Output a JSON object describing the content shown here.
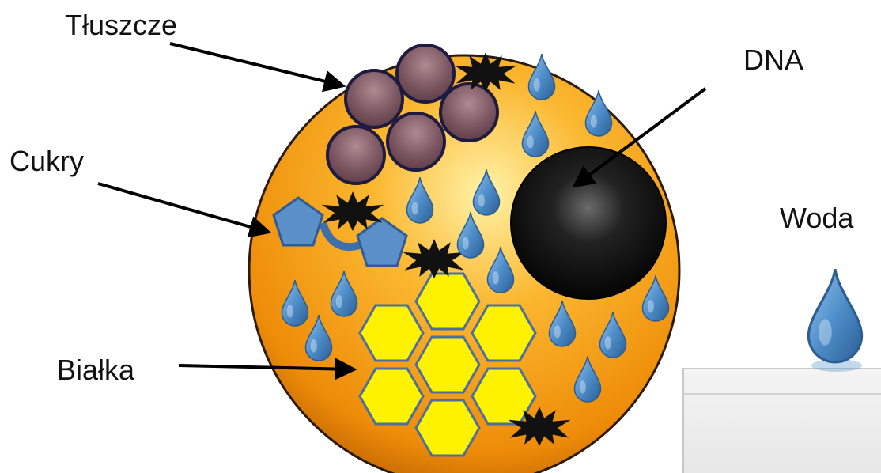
{
  "labels": {
    "fats": "Tłuszcze",
    "dna": "DNA",
    "sugars": "Cukry",
    "water": "Woda",
    "proteins": "Białka"
  },
  "colors": {
    "cell_fill": "#F5A00E",
    "cell_outline": "#2A1A08",
    "fat_droplet": "#7A5560",
    "dna_nucleus": "#111111",
    "sugar_pentagon": "#5B8FC7",
    "protein_hexagon": "#FFF200",
    "water_drop": "#4F8FCB",
    "arrow": "#000000"
  },
  "icons": {
    "fat": "purple-sphere-icon",
    "sugar": "blue-pentagon-icon",
    "protein": "yellow-hexagon-icon",
    "water": "water-drop-icon",
    "dna": "black-nucleus-icon",
    "burst": "black-star-burst-icon"
  }
}
